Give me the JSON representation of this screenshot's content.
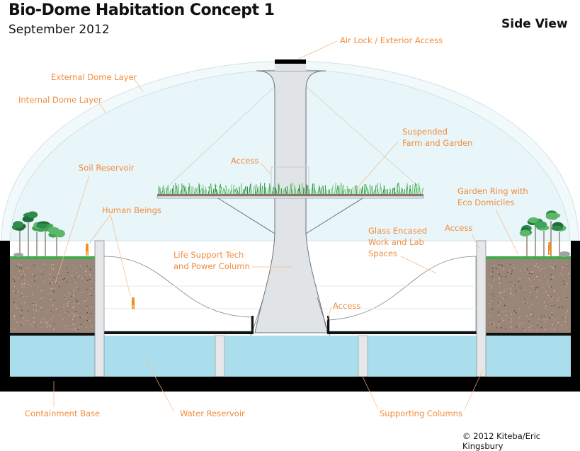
{
  "header": {
    "title": "Bio-Dome Habitation Concept 1",
    "subtitle": "September 2012",
    "view": "Side View"
  },
  "footer": {
    "copyright": "© 2012 Kiteba/Eric Kingsbury"
  },
  "colors": {
    "label": "#f28c3c",
    "dome_fill": "#e8f5f9",
    "water": "#abdeec",
    "soil": "#9a8679",
    "grass": "#3dae49",
    "column": "#e1e4e7",
    "base": "#000000"
  },
  "labels": {
    "air_lock": "Air Lock / Exterior Access",
    "external_dome": "External Dome Layer",
    "internal_dome": "Internal Dome Layer",
    "suspended_farm": "Suspended\nFarm and Garden",
    "access_top": "Access",
    "soil_reservoir": "Soil Reservoir",
    "human_beings": "Human Beings",
    "garden_ring": "Garden Ring with\nEco Domiciles",
    "glass_encased": "Glass Encased\nWork and Lab\nSpaces",
    "access_right": "Access",
    "life_support": "Life Support Tech\nand Power Column",
    "access_bottom": "Access",
    "containment_base": "Containment Base",
    "water_reservoir": "Water Reservoir",
    "supporting_columns": "Supporting Columns"
  }
}
